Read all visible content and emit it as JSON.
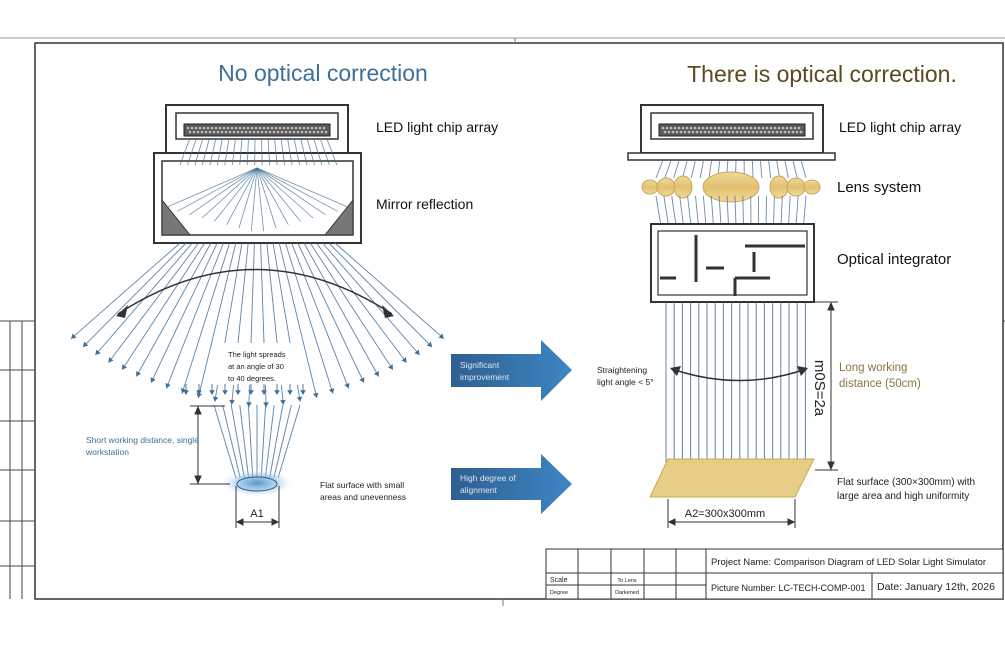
{
  "left_panel": {
    "title": "No optical correction",
    "labels": {
      "chip": "LED light chip array",
      "mirror": "Mirror reflection",
      "spread_1": "The light spreads",
      "spread_2": "at an angle of 30",
      "spread_3": "to 40 degrees.",
      "short_1": "Short working distance, single",
      "short_2": "workstation",
      "flat_1": "Flat surface with small",
      "flat_2": "areas and unevenness",
      "a1": "A1"
    }
  },
  "right_panel": {
    "title": "There is optical correction.",
    "labels": {
      "chip": "LED light chip array",
      "lens": "Lens system",
      "integrator": "Optical integrator",
      "straight_1": "Straightening",
      "straight_2": "light angle < 5°",
      "distance_value": "m0S=2a",
      "long_1": "Long working",
      "long_2": "distance (50cm)",
      "flat_1": "Flat surface (300×300mm) with",
      "flat_2": "large area and high uniformity",
      "a2": "A2=300x300mm"
    }
  },
  "arrows": [
    {
      "line1": "Significant",
      "line2": "improvement"
    },
    {
      "line1": "High degree of",
      "line2": "alignment"
    }
  ],
  "title_block": {
    "project": "Project Name: Comparison Diagram of LED Solar Light Simulator",
    "picture_number": "Picture Number: LC-TECH-COMP-001",
    "date": "Date: January 12th, 2026",
    "scale": "Scale",
    "degree": "Degree",
    "to_lens": "To Lens",
    "darkened": "Darkened"
  },
  "colors": {
    "title_left": "#3d6f9a",
    "title_right": "#5c4a1e",
    "ray": "#3f6f96",
    "arrow": "#2a5e8c",
    "gold": "#e3c47c",
    "long_text": "#8a7442"
  }
}
